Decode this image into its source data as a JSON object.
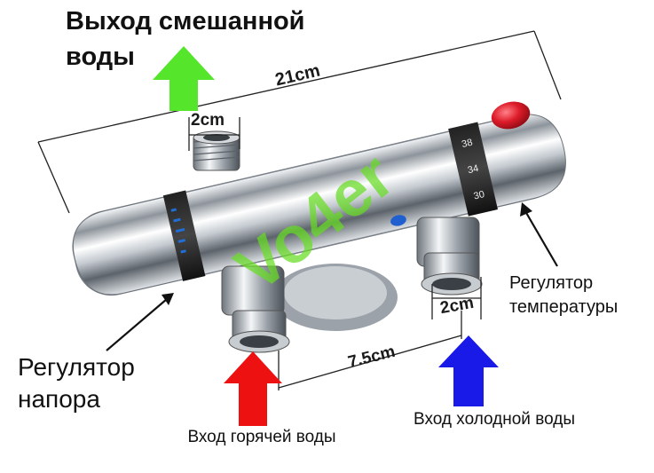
{
  "labels": {
    "mixed_outlet": "Выход смешанной воды",
    "pressure_regulator": "Регулятор напора",
    "temperature_regulator": "Регулятор температуры",
    "hot_inlet": "Вход горячей воды",
    "cold_inlet": "Вход холодной воды"
  },
  "dimensions": {
    "length": "21cm",
    "outlet_thread": "2cm",
    "inlet_thread": "2cm",
    "inlet_spacing": "7.5cm"
  },
  "temperature_scale": [
    "38",
    "34",
    "30"
  ],
  "watermark": "Vo4er",
  "colors": {
    "arrow_outlet": "#55e52a",
    "arrow_hot": "#ee1111",
    "arrow_cold": "#1a1ae8",
    "knob_red": "#dd1c2a",
    "scale_blue": "#1f6fd6",
    "watermark": "#66dd22"
  }
}
